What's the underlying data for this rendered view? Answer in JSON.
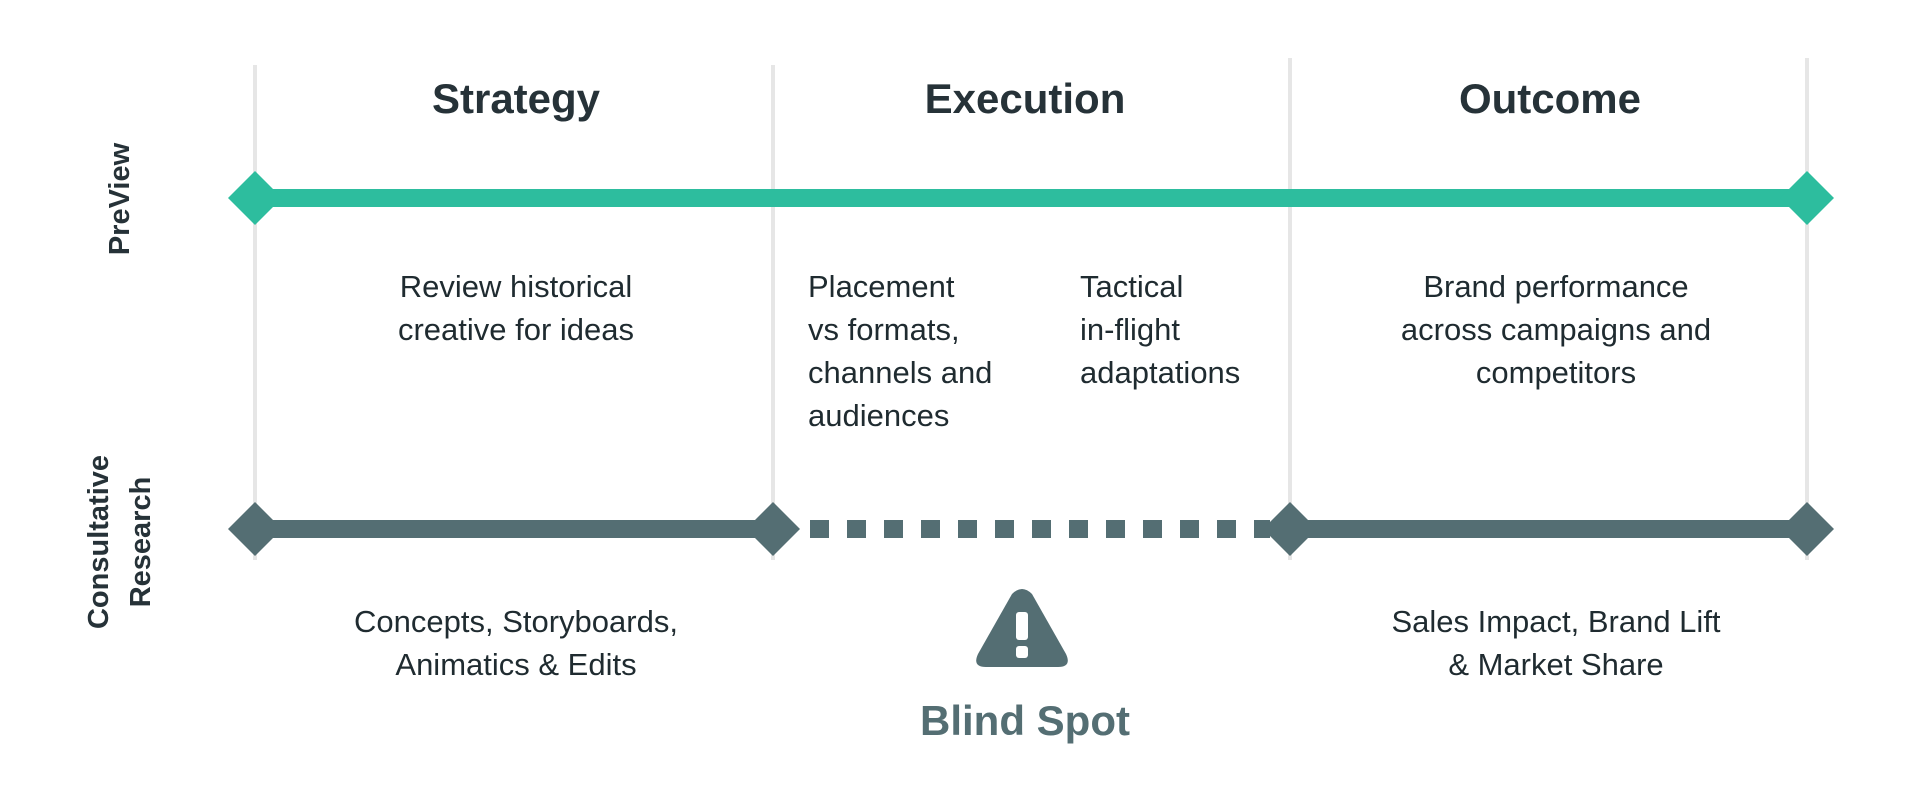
{
  "columns": {
    "strategy": "Strategy",
    "execution": "Execution",
    "outcome": "Outcome"
  },
  "rows": {
    "preview": "PreView",
    "consultative": "Consultative\nResearch"
  },
  "preview_items": {
    "strategy": "Review historical\ncreative for ideas",
    "execution_placement": "Placement\nvs formats,\nchannels and\naudiences",
    "execution_tactical": "Tactical\nin-flight\nadaptations",
    "outcome": "Brand performance\nacross campaigns and\ncompetitors"
  },
  "research_items": {
    "strategy": "Concepts, Storyboards,\nAnimatics & Edits",
    "outcome": "Sales Impact, Brand Lift\n& Market Share"
  },
  "blind_spot": {
    "label": "Blind Spot",
    "icon": "warning-triangle-icon"
  },
  "colors": {
    "preview": "#2dbd9e",
    "research": "#546e73",
    "grid": "#e6e6e6",
    "text": "#1f2b30"
  }
}
